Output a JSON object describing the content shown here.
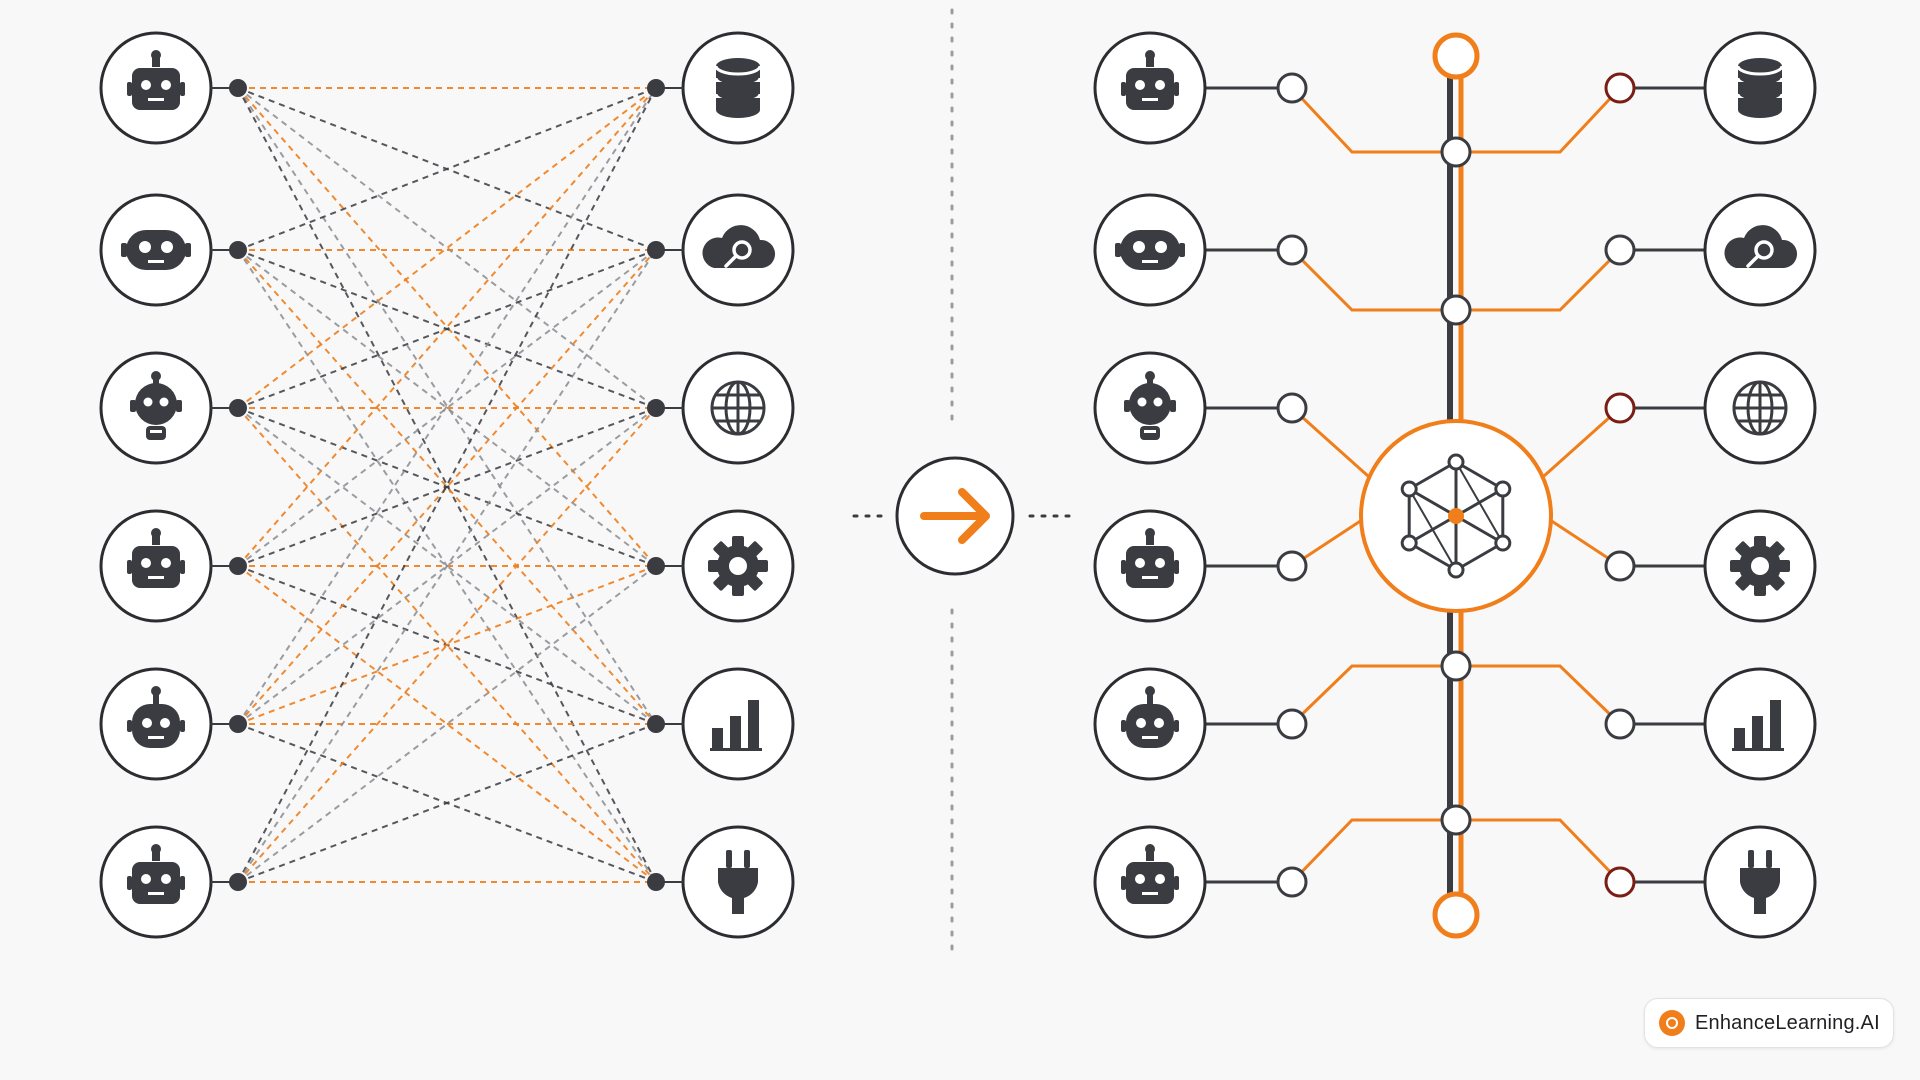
{
  "colors": {
    "accent": "#f07e1a",
    "dark": "#3a3c41",
    "outline": "#2b2d31",
    "muted_line": "#8a8c92",
    "port_accent": "#7a1d14",
    "background": "#f8f8f8"
  },
  "agents": [
    {
      "icon": "robot-icon"
    },
    {
      "icon": "robot-wide-icon"
    },
    {
      "icon": "robot-antenna-icon"
    },
    {
      "icon": "robot-icon"
    },
    {
      "icon": "robot-round-icon"
    },
    {
      "icon": "robot-icon"
    }
  ],
  "services": [
    {
      "icon": "database-icon"
    },
    {
      "icon": "cloud-key-icon"
    },
    {
      "icon": "globe-icon"
    },
    {
      "icon": "gear-icon"
    },
    {
      "icon": "bar-chart-icon"
    },
    {
      "icon": "plug-icon"
    }
  ],
  "left_panel": {
    "connection_style": "dashed many-to-many"
  },
  "transition": {
    "icon": "arrow-right-icon"
  },
  "right_panel": {
    "hub_icon": "network-hub-icon",
    "bus": "vertical central bus"
  },
  "brand": {
    "text": "EnhanceLearning.AI"
  }
}
